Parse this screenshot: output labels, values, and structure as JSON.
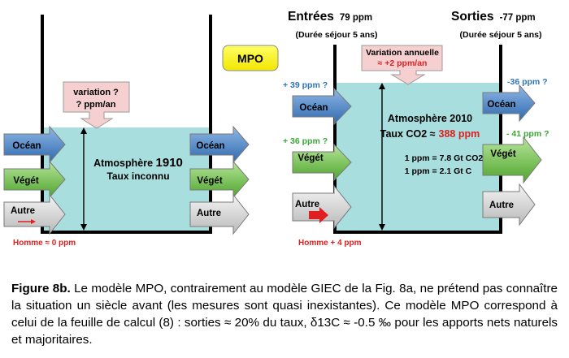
{
  "left": {
    "mpo_label": "MPO",
    "variation_line1": "variation ?",
    "variation_line2": "? ppm/an",
    "atmos_title": "Atmosphère",
    "atmos_year": "1910",
    "atmos_rate": "Taux inconnu",
    "in_ocean": "Océan",
    "in_veget": "Végét",
    "in_autre": "Autre",
    "out_ocean": "Océan",
    "out_veget": "Végét",
    "out_autre": "Autre",
    "homme": "Homme ≈ 0 ppm"
  },
  "right": {
    "entrees_label": "Entrées",
    "entrees_value": "79 ppm",
    "entrees_sub": "(Durée séjour 5 ans)",
    "sorties_label": "Sorties",
    "sorties_value": "-77 ppm",
    "sorties_sub": "(Durée séjour 5 ans)",
    "variation_line1": "Variation annuelle",
    "variation_line2": "≈ +2 ppm/an",
    "atmos_title": "Atmosphère 2010",
    "atmos_rate_label": "Taux CO2 ≈",
    "atmos_rate_value": "388 ppm",
    "conv_line1": "1 ppm = 7.8 Gt  CO2",
    "conv_line2": "1 ppm = 2.1 Gt  C",
    "in_ocean_value": "+ 39 ppm ?",
    "in_veget_value": "+ 36 ppm ?",
    "out_ocean_value": "-36 ppm ?",
    "out_veget_value": "- 41 ppm ?",
    "in_ocean": "Océan",
    "in_veget": "Végét",
    "in_autre": "Autre",
    "out_ocean": "Océan",
    "out_veget": "Végét",
    "out_autre": "Autre",
    "homme": "Homme  + 4 ppm"
  },
  "caption": {
    "label": "Figure 8b.",
    "text": " Le modèle MPO, contrairement au modèle GIEC de la Fig. 8a, ne prétend pas connaître la situation un siècle avant (les mesures sont quasi inexistantes). Ce modèle MPO correspond à celui de la feuille de calcul (8) : sorties ≈ 20% du taux, δ13C ≈ -0.5 ‰ pour les apports nets naturels et majoritaires."
  },
  "colors": {
    "atmosphere": "#a9dede",
    "ocean": "#4a83c4",
    "veget": "#7ccc4c",
    "autre": "#d9d9d9",
    "variation_box": "#f6d0d0",
    "mpo_box": "#ffff33",
    "green_text": "#3aa636",
    "blue_text": "#2f74b5",
    "red": "#e02020"
  }
}
